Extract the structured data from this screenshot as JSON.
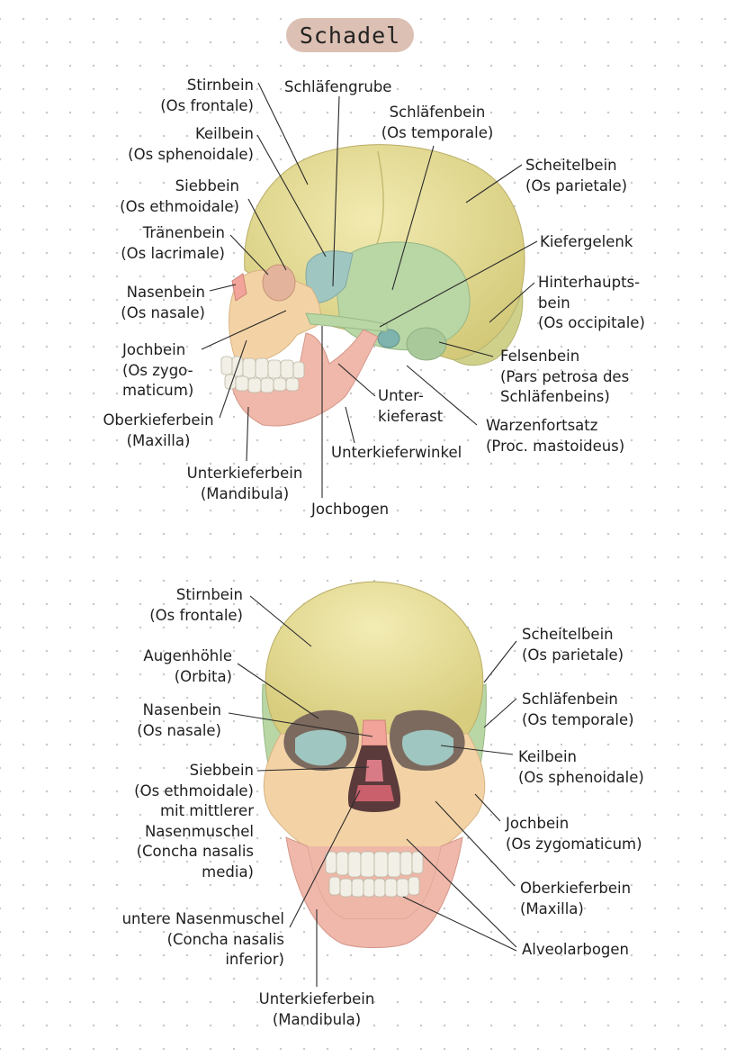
{
  "title": "Schadel",
  "lateral_labels": {
    "stirnbein": [
      "Stirnbein",
      "(Os frontale)"
    ],
    "keilbein": [
      "Keilbein",
      "(Os sphenoidale)"
    ],
    "siebbein": [
      "Siebbein",
      "(Os ethmoidale)"
    ],
    "traenenbein": [
      "Tränenbein",
      "(Os lacrimale)"
    ],
    "nasenbein": [
      "Nasenbein",
      "(Os nasale)"
    ],
    "jochbein": [
      "Jochbein",
      "(Os zygo-",
      "maticum)"
    ],
    "oberkieferbein": [
      "Oberkieferbein",
      "(Maxilla)"
    ],
    "unterkieferbein": [
      "Unterkieferbein",
      "(Mandibula)"
    ],
    "schlaefengrube": [
      "Schläfengrube"
    ],
    "schlaefenbein": [
      "Schläfenbein",
      "(Os temporale)"
    ],
    "scheitelbein": [
      "Scheitelbein",
      "(Os parietale)"
    ],
    "kiefergelenk": [
      "Kiefergelenk"
    ],
    "hinterhauptsbein": [
      "Hinterhaupts-",
      "bein",
      "(Os occipitale)"
    ],
    "felsenbein": [
      "Felsenbein",
      "(Pars petrosa des",
      "Schläfenbeins)"
    ],
    "unterkieferast": [
      "Unter-",
      "kieferast"
    ],
    "warzenfortsatz": [
      "Warzenfortsatz",
      "(Proc. mastoideus)"
    ],
    "unterkieferwinkel": [
      "Unterkieferwinkel"
    ],
    "jochbogen": [
      "Jochbogen"
    ]
  },
  "frontal_labels": {
    "stirnbein": [
      "Stirnbein",
      "(Os frontale)"
    ],
    "augenhoehle": [
      "Augenhöhle",
      "(Orbita)"
    ],
    "nasenbein": [
      "Nasenbein",
      "(Os nasale)"
    ],
    "siebbein": [
      "Siebbein",
      "(Os ethmoidale)",
      "mit mittlerer",
      "Nasenmuschel",
      "(Concha nasalis",
      "media)"
    ],
    "untere_nasenmuschel": [
      "untere Nasenmuschel",
      "(Concha nasalis",
      "inferior)"
    ],
    "unterkieferbein": [
      "Unterkieferbein",
      "(Mandibula)"
    ],
    "scheitelbein": [
      "Scheitelbein",
      "(Os parietale)"
    ],
    "schlaefenbein": [
      "Schläfenbein",
      "(Os temporale)"
    ],
    "keilbein": [
      "Keilbein",
      "(Os sphenoidale)"
    ],
    "jochbein": [
      "Jochbein",
      "(Os zygomaticum)"
    ],
    "oberkieferbein": [
      "Oberkieferbein",
      "(Maxilla)"
    ],
    "alveolarbogen": [
      "Alveolarbogen"
    ]
  },
  "colors": {
    "background": "#ffffff",
    "dot": "#c9c9c9",
    "title_pill": "#dcc0b3",
    "frontal_bone": "#ece39a",
    "parietal_bone": "#dcd98a",
    "temporal_bone": "#b9d6a5",
    "sphenoid_bone": "#9fc6c0",
    "maxilla": "#f3d3a5",
    "mandible": "#f0b8aa",
    "nasal_bone": "#f2a49a",
    "teeth": "#f1efe6",
    "leader_line": "#2a2a2a"
  }
}
